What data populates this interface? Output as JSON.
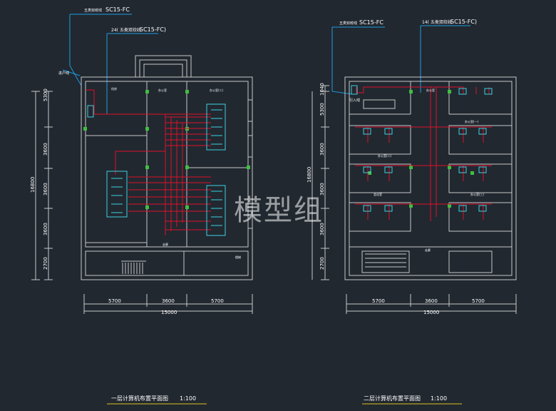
{
  "watermark": "模型组",
  "colors": {
    "background": "#212830",
    "wall": "#c8c8c8",
    "cable": "#e0102a",
    "leader": "#1e9be0",
    "dimension": "#c8c8c8",
    "equipment": "#3fd0e0",
    "title_underline": "#e0c21e",
    "green_node": "#3fbf3f"
  },
  "plan_left": {
    "leader_label_1": "五类双绞线",
    "leader_spec_1": "SC15-FC",
    "leader_label_2": "24( 五类双绞线",
    "leader_spec_2": "SC15-FC)",
    "entry_label": "进户线",
    "room_labels": [
      "机房",
      "办公室",
      "办公室(二)",
      "走廊",
      "楼梯"
    ],
    "dims_vertical": [
      "5300",
      "3600",
      "16800",
      "3600",
      "3600",
      "2700"
    ],
    "dims_horizontal": [
      "5700",
      "3600",
      "5700"
    ],
    "dims_total": "15000",
    "title": "一层计算机布置平面图",
    "scale": "1:100"
  },
  "plan_right": {
    "leader_label_1": "五类双绞线",
    "leader_spec_1": "SC15-FC",
    "leader_label_2": "14( 五类双绞线",
    "leader_spec_2": "SC15-FC)",
    "entry_label": "引入线",
    "room_labels": [
      "办公室",
      "办公室(一)",
      "办公室(二)",
      "办公室(三)",
      "会议室",
      "走廊"
    ],
    "dims_vertical": [
      "1040",
      "5300",
      "3600",
      "16800",
      "3600",
      "3600",
      "2700"
    ],
    "dims_horizontal": [
      "5700",
      "3600",
      "5700"
    ],
    "dims_total": "15000",
    "title": "二层计算机布置平面图",
    "scale": "1:100"
  }
}
